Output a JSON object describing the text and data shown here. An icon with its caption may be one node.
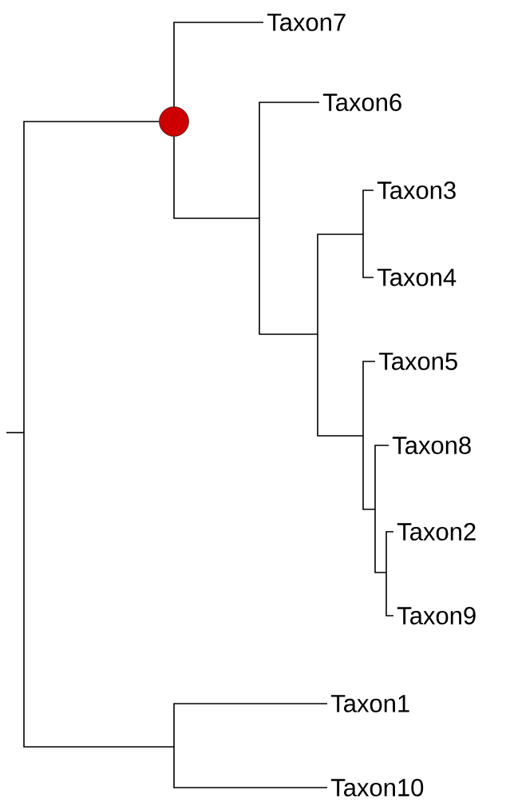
{
  "diagram": {
    "nodes": [
      {
        "text": [
          "Taxon7"
        ]
      },
      {
        "text": [
          "Taxon6"
        ]
      },
      {
        "text": [],
        "shape": "circle"
      },
      {
        "text": [
          "Taxon3"
        ]
      },
      {
        "text": [
          "Taxon4"
        ]
      },
      {
        "text": [
          "Taxon5"
        ]
      },
      {
        "text": [
          "Taxon8"
        ]
      },
      {
        "text": [
          "Taxon2"
        ]
      },
      {
        "text": [
          "Taxon9"
        ]
      },
      {
        "text": [
          "Taxon1"
        ]
      },
      {
        "text": [
          "Taxon10"
        ]
      }
    ],
    "edges": [
      {
        "from": 2,
        "to": 0,
        "arrow": "none"
      },
      {
        "from": 2,
        "to": 1,
        "arrow": "none"
      },
      {
        "from": 2,
        "to": 3,
        "arrow": "none"
      },
      {
        "from": 2,
        "to": 4,
        "arrow": "none"
      },
      {
        "from": 2,
        "to": 5,
        "arrow": "none"
      },
      {
        "from": 2,
        "to": 6,
        "arrow": "none"
      },
      {
        "from": 2,
        "to": 7,
        "arrow": "none"
      },
      {
        "from": 2,
        "to": 8,
        "arrow": "none"
      },
      {
        "from": null,
        "to": 2,
        "arrow": "none"
      },
      {
        "from": null,
        "to": 9,
        "arrow": "none"
      },
      {
        "from": null,
        "to": 10,
        "arrow": "none"
      }
    ]
  }
}
